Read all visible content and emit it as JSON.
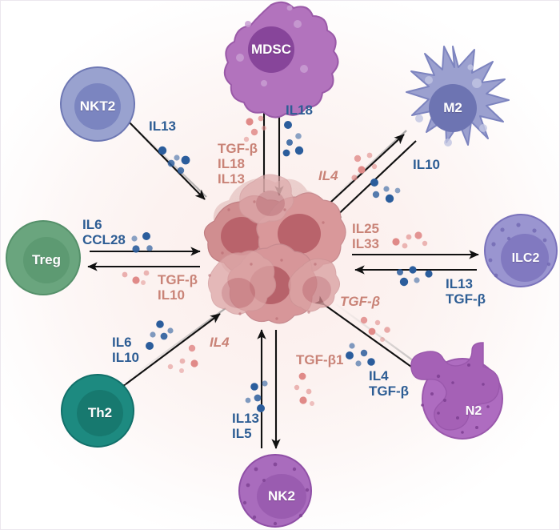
{
  "figure": {
    "kind": "cell-interaction-diagram",
    "center_label": "tumor-cell-cluster",
    "colors": {
      "cytokine_from_cell": "#2d5d94",
      "cytokine_from_tumor": "#c98377",
      "arrow": "#111111",
      "background_tint": "#fbeeec"
    }
  },
  "cells": [
    {
      "id": "nkt2",
      "name": "NKT2",
      "body": "#99a2cf",
      "nucleus": "#7b85c0",
      "stroke": "#6e78b4"
    },
    {
      "id": "mdsc",
      "name": "MDSC",
      "body": "#b273bd",
      "nucleus": "#87459a",
      "stroke": "#9a5aa8"
    },
    {
      "id": "m2",
      "name": "M2",
      "body": "#9ba0cf",
      "nucleus": "#6d74b2",
      "stroke": "#7d84bf"
    },
    {
      "id": "ilc2",
      "name": "ILC2",
      "body": "#9a95d0",
      "nucleus": "#8179c0",
      "stroke": "#7a72bb"
    },
    {
      "id": "n2",
      "name": "N2",
      "body": "#ae6cc0",
      "nucleus": "#a561b6",
      "stroke": "#9a58ac"
    },
    {
      "id": "nk2",
      "name": "NK2",
      "body": "#a96cbd",
      "nucleus": "#9a5cb0",
      "stroke": "#8f4fa6"
    },
    {
      "id": "th2",
      "name": "Th2",
      "body": "#1d8a80",
      "nucleus": "#17796f",
      "stroke": "#12706a"
    },
    {
      "id": "treg",
      "name": "Treg",
      "body": "#6aa57e",
      "nucleus": "#5d9a72",
      "stroke": "#55906a"
    }
  ],
  "labels": [
    {
      "id": "nkt2-out",
      "text": "IL13",
      "color": "blue",
      "italic": false
    },
    {
      "id": "mdsc-in",
      "text": "TGF-β\nIL18\nIL13",
      "color": "pink",
      "italic": false
    },
    {
      "id": "mdsc-out",
      "text": "IL18",
      "color": "blue",
      "italic": false
    },
    {
      "id": "m2-in",
      "text": "IL4",
      "color": "pink",
      "italic": true
    },
    {
      "id": "m2-out",
      "text": "IL10",
      "color": "blue",
      "italic": false
    },
    {
      "id": "treg-out",
      "text": "IL6\nCCL28",
      "color": "blue",
      "italic": false
    },
    {
      "id": "treg-in",
      "text": "TGF-β\nIL10",
      "color": "pink",
      "italic": false
    },
    {
      "id": "ilc2-in",
      "text": "IL25\nIL33",
      "color": "pink",
      "italic": false
    },
    {
      "id": "ilc2-out",
      "text": "IL13\nTGF-β",
      "color": "blue",
      "italic": false
    },
    {
      "id": "n2-in",
      "text": "TGF-β",
      "color": "pink",
      "italic": true
    },
    {
      "id": "n2-in2",
      "text": "TGF-β1",
      "color": "pink",
      "italic": false
    },
    {
      "id": "n2-out",
      "text": "IL4\nTGF-β",
      "color": "blue",
      "italic": false
    },
    {
      "id": "nk2-out",
      "text": "IL13\nIL5",
      "color": "blue",
      "italic": false
    },
    {
      "id": "th2-out",
      "text": "IL6\nIL10",
      "color": "blue",
      "italic": false
    },
    {
      "id": "th2-in",
      "text": "IL4",
      "color": "pink",
      "italic": true
    }
  ]
}
